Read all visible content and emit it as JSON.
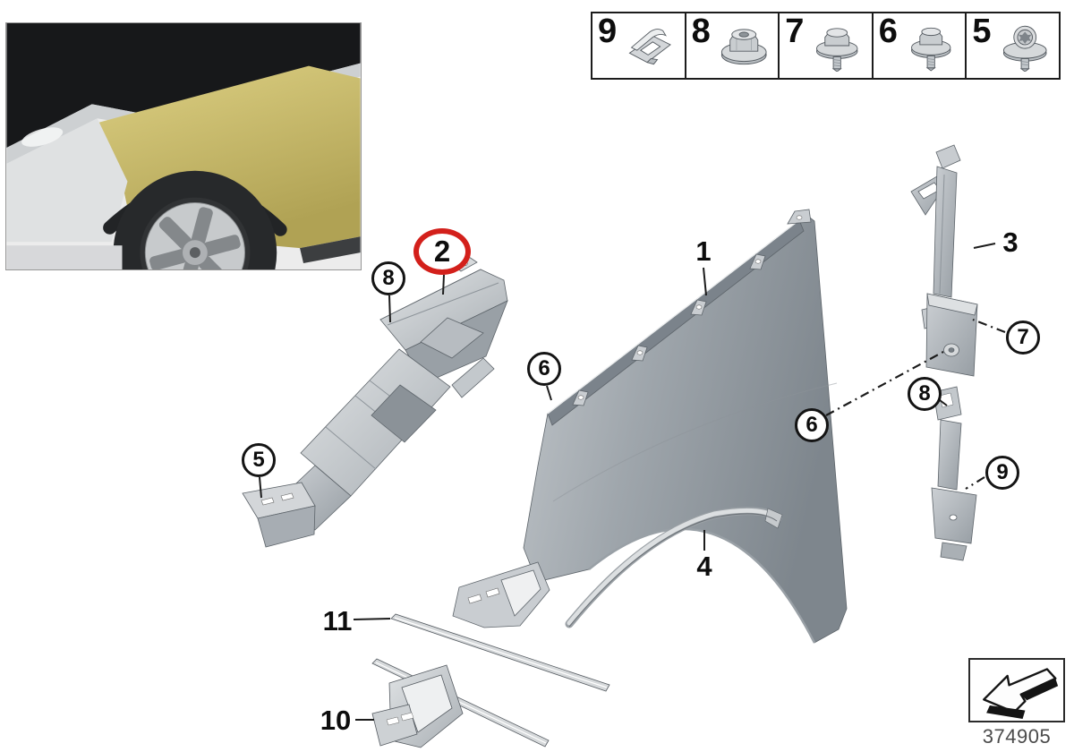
{
  "legend": {
    "items": [
      {
        "number": "9",
        "icon": "speed-nut-clip-icon"
      },
      {
        "number": "8",
        "icon": "flange-nut-icon"
      },
      {
        "number": "7",
        "icon": "hex-flange-screw-icon"
      },
      {
        "number": "6",
        "icon": "hex-flange-screw-icon"
      },
      {
        "number": "5",
        "icon": "torx-flange-screw-icon"
      }
    ]
  },
  "diagram": {
    "highlighted_item": "2",
    "highlight_color": "#d3201b",
    "callouts": [
      {
        "label": "8",
        "shape": "circle"
      },
      {
        "label": "2",
        "shape": "red-ellipse"
      },
      {
        "label": "5",
        "shape": "circle"
      },
      {
        "label": "6",
        "shape": "circle"
      },
      {
        "label": "1",
        "shape": "plain"
      },
      {
        "label": "6",
        "shape": "circle"
      },
      {
        "label": "3",
        "shape": "plain"
      },
      {
        "label": "7",
        "shape": "circle"
      },
      {
        "label": "8",
        "shape": "circle"
      },
      {
        "label": "9",
        "shape": "circle"
      },
      {
        "label": "4",
        "shape": "plain"
      },
      {
        "label": "11",
        "shape": "plain"
      },
      {
        "label": "10",
        "shape": "plain"
      }
    ]
  },
  "photo": {
    "name": "vehicle-front-quarter-photo",
    "fender_color": "#c9bb6d"
  },
  "footer": {
    "part_number": "374905"
  }
}
